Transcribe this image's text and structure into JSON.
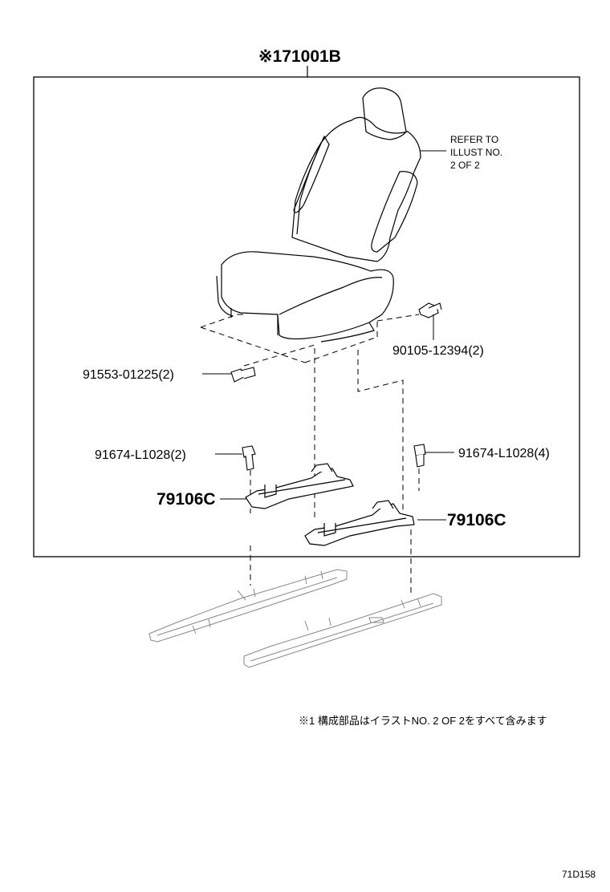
{
  "assembly_label": "※171001B",
  "refer_note": [
    "REFER TO",
    "ILLUST NO.",
    "2 OF 2"
  ],
  "parts": {
    "bolt_right_upper": "90105-12394(2)",
    "bolt_left": "91553-01225(2)",
    "bolt_left_lower": "91674-L1028(2)",
    "bolt_right_lower": "91674-L1028(4)",
    "bracket_left": "79106C",
    "bracket_right": "79106C"
  },
  "footnote": "※1 構成部品はイラストNO. 2 OF 2をすべて含みます",
  "illustration_code": "71D158"
}
